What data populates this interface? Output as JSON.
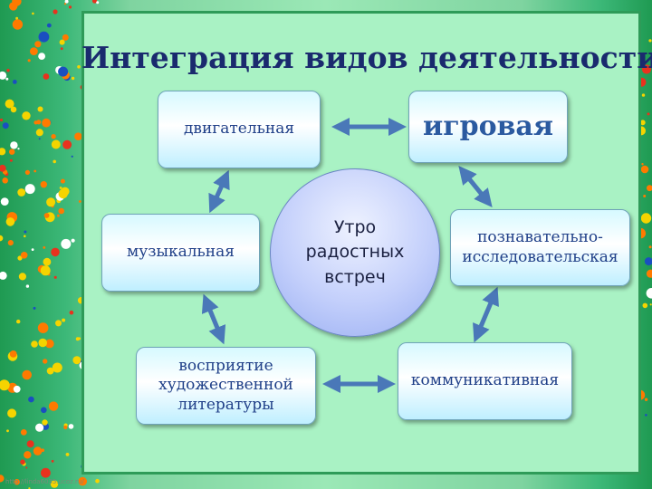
{
  "slide": {
    "title": "Интеграция видов деятельности",
    "center_label": "Утро\nрадостных\nвстреч",
    "nodes": {
      "motor": "двигательная",
      "play": "игровая",
      "cognitive": "познавательно-\nисследовательская",
      "communicative": "коммуникативная",
      "literature": "восприятие\nхудожественной\nлитературы",
      "musical": "музыкальная"
    },
    "credit": "http://linda6035.ucoz.ru/"
  },
  "colors": {
    "title": "#1a2a6e",
    "node_text": "#1f3f88",
    "arrow": "#4a78b8",
    "panel": "#a9f2c4",
    "border": "#2e9b58"
  },
  "icons": [
    "double-arrow-icon"
  ]
}
